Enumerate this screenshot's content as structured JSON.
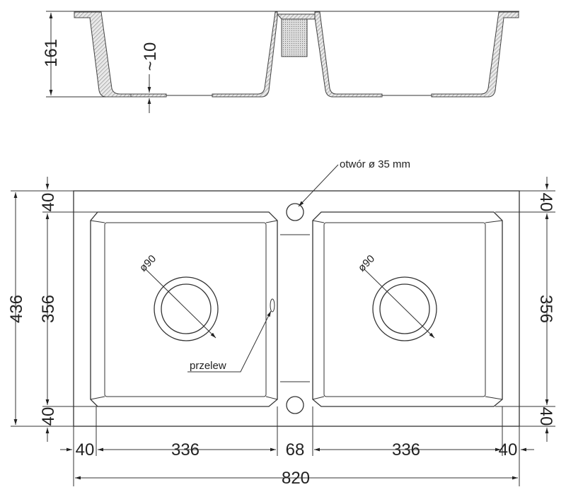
{
  "section_view": {
    "depth": "161",
    "bottom_thickness": "~10"
  },
  "top_view": {
    "tap_hole_label": "otwór ø 35 mm",
    "overflow_label": "przelew",
    "drain_left": "ø90",
    "drain_right": "ø90",
    "left_dims": {
      "total": "436",
      "bowl": "356",
      "top_margin": "40",
      "bottom_margin": "40"
    },
    "right_dims": {
      "bowl": "356",
      "top_margin": "40",
      "bottom_margin": "40"
    },
    "bottom_dims": {
      "left_margin": "40",
      "bowl_left": "336",
      "middle": "68",
      "bowl_right": "336",
      "right_margin": "40",
      "total": "820"
    }
  }
}
